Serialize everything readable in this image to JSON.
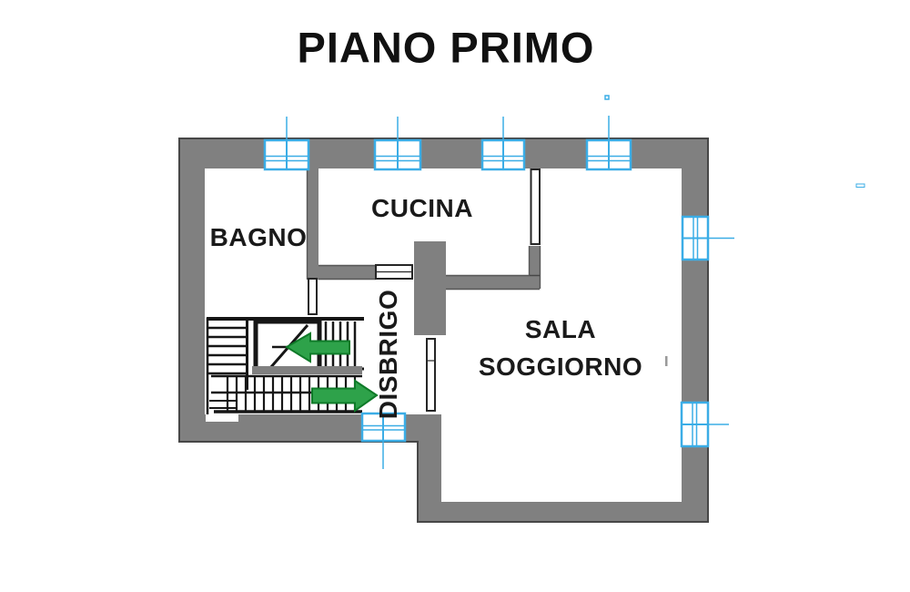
{
  "title": "PIANO PRIMO",
  "rooms": [
    {
      "id": "bagno",
      "label": "BAGNO"
    },
    {
      "id": "cucina",
      "label": "CUCINA"
    },
    {
      "id": "disbrigo",
      "label": "DISBRIGO"
    },
    {
      "id": "sala-soggiorno",
      "label_line1": "SALA",
      "label_line2": "SOGGIORNO"
    }
  ],
  "colors": {
    "wall": "#808080",
    "wall_outline": "#474747",
    "wall_edge": "#3c3c3c",
    "window": "#3bade6",
    "door_outline": "#262626",
    "arrow_fill": "#2ea24a",
    "arrow_outline": "#0e7a28",
    "stair_ink": "#161616",
    "label": "#1a1a1a"
  }
}
